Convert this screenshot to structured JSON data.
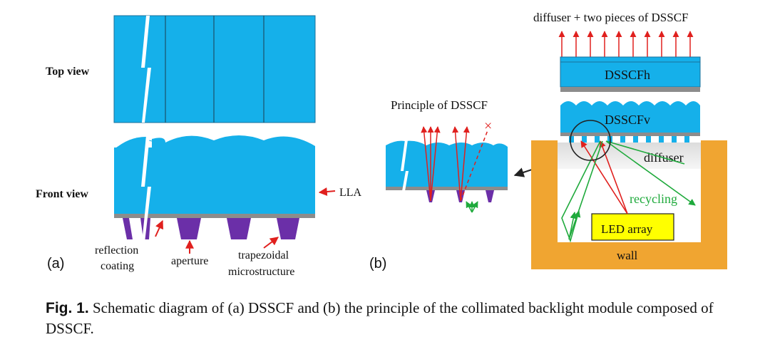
{
  "panel_a": {
    "top_view_label": "Top view",
    "front_view_label": "Front view",
    "lla_label": "LLA",
    "reflection_coating_line1": "reflection",
    "reflection_coating_line2": "coating",
    "aperture_label": "aperture",
    "trapezoidal_line1": "trapezoidal",
    "trapezoidal_line2": "microstructure",
    "panel_tag": "(a)"
  },
  "panel_b": {
    "principle_title": "Principle of DSSCF",
    "cross_mark": "×",
    "top_title": "diffuser + two pieces of DSSCF",
    "dsscfh_label": "DSSCFh",
    "dsscfv_label": "DSSCFv",
    "diffuser_label": "diffuser",
    "recycling_label": "recycling",
    "led_label": "LED array",
    "wall_label": "wall",
    "panel_tag": "(b)"
  },
  "colors": {
    "film_blue": "#15b0ea",
    "coating_gray": "#8c8c8c",
    "microstructure_purple": "#6b2fa8",
    "wall_orange": "#f0a531",
    "led_yellow": "#ffff00",
    "ray_red": "#e0201e",
    "ray_green": "#1faa3c"
  },
  "caption": {
    "fig_num": "Fig. 1.",
    "text": "Schematic diagram of (a) DSSCF and (b) the principle of the collimated backlight module composed of DSSCF."
  }
}
